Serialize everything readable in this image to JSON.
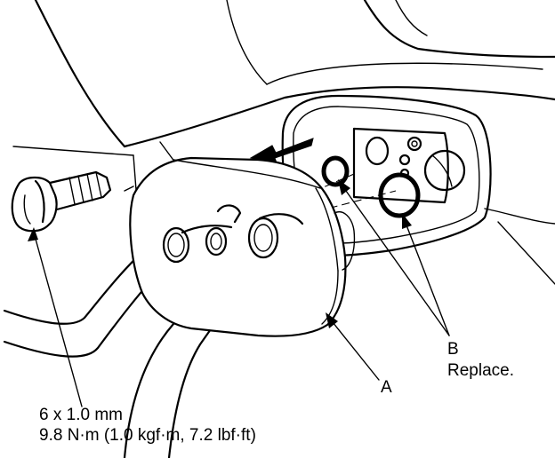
{
  "callouts": {
    "a": {
      "label": "A"
    },
    "b": {
      "label": "B",
      "note": "Replace."
    },
    "bolt": {
      "size": "6 x 1.0 mm",
      "torque": "9.8 N·m (1.0 kgf·m, 7.2 lbf·ft)"
    }
  }
}
